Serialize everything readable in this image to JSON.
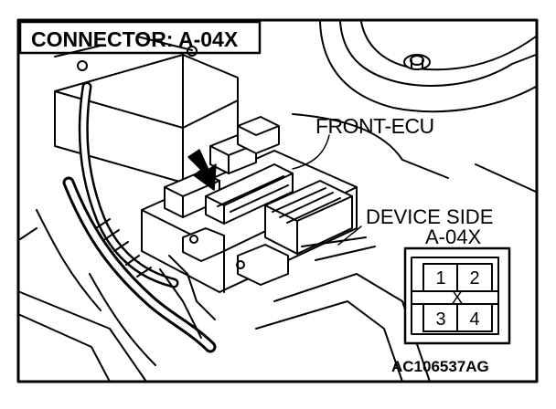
{
  "title": "CONNECTOR: A-04X",
  "component_label": "FRONT-ECU",
  "device_side_label": "DEVICE SIDE",
  "device_connector_label": "A-04X",
  "pins": [
    "1",
    "2",
    "3",
    "4"
  ],
  "center_mark": "X",
  "figure_code": "AC106537AG"
}
